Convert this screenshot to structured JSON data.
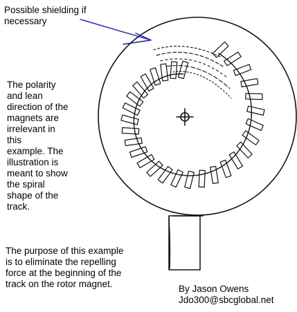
{
  "annotations": {
    "shielding": "Possible shielding if\nnecessary",
    "polarity": "The polarity\nand lean\ndirection of the\nmagnets are\nirrelevant in\nthis\nexample. The\nillustration is\nmeant to show\nthe spiral\nshape of the\ntrack.",
    "purpose": "The purpose of this example\nis to eliminate the repelling\nforce at the beginning of the\ntrack on the rotor magnet.",
    "author": "By Jason Owens\nJdo300@sbcglobal.net"
  },
  "colors": {
    "ink": "#111111",
    "arrow": "#1a1aa8",
    "background": "#ffffff"
  },
  "diagram": {
    "track_magnet_count": 30,
    "parts": [
      "rotor-disc",
      "spiral-magnet-track",
      "center-axle",
      "shielding-arcs",
      "rotor-magnet-block"
    ]
  }
}
